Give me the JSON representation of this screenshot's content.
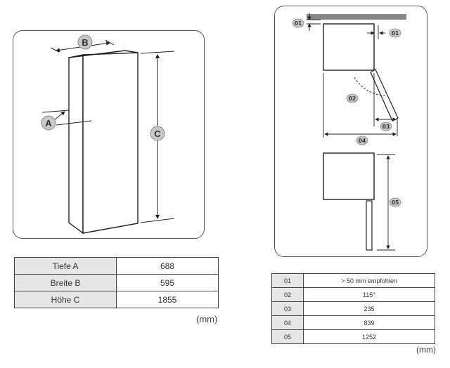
{
  "left_diagram": {
    "labels": {
      "a": "A",
      "b": "B",
      "c": "C"
    }
  },
  "right_diagram": {
    "labels": {
      "l01a": "01",
      "l01b": "01",
      "l02": "02",
      "l03": "03",
      "l04": "04",
      "l05": "05"
    }
  },
  "dimensions_table": {
    "rows": [
      {
        "label": "Tiefe A",
        "value": "688"
      },
      {
        "label": "Breite B",
        "value": "595"
      },
      {
        "label": "Höhe C",
        "value": "1855"
      }
    ],
    "unit": "(mm)"
  },
  "door_table": {
    "rows": [
      {
        "label": "01",
        "value": "> 50 mm empfohlen"
      },
      {
        "label": "02",
        "value": "115°"
      },
      {
        "label": "03",
        "value": "235"
      },
      {
        "label": "04",
        "value": "839"
      },
      {
        "label": "05",
        "value": "1252"
      }
    ],
    "unit": "(mm)"
  },
  "colors": {
    "badge_fill": "#c8c8c8",
    "line": "#222222",
    "wall": "#888888",
    "table_label_bg": "#e6e6e6"
  }
}
